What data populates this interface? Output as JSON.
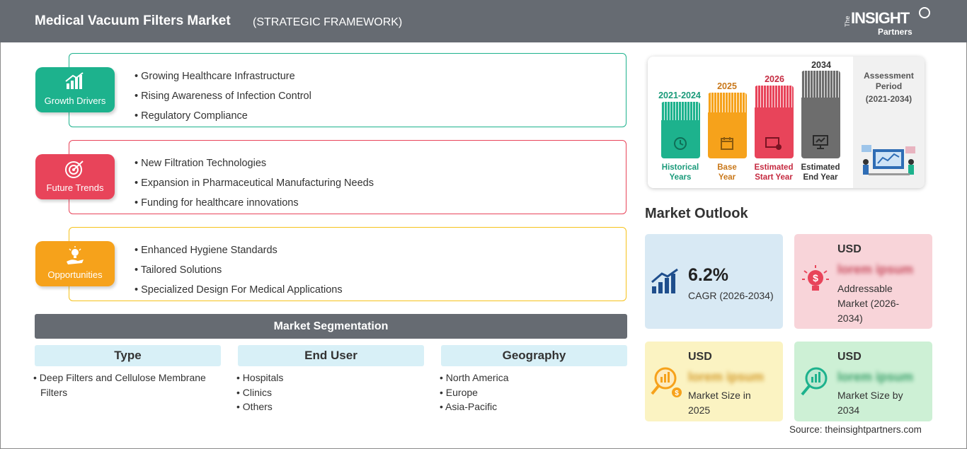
{
  "header": {
    "title": "Medical Vacuum Filters Market",
    "subtitle": "(STRATEGIC FRAMEWORK)",
    "logo": {
      "the": "The",
      "insight": "INSIGHT",
      "partners": "Partners"
    }
  },
  "framework": [
    {
      "label": "Growth Drivers",
      "icon": "growth-chart-icon",
      "color": "#1db28d",
      "items": [
        "Growing Healthcare Infrastructure",
        "Rising Awareness of Infection Control",
        "Regulatory Compliance"
      ]
    },
    {
      "label": "Future Trends",
      "icon": "target-icon",
      "color": "#e8445a",
      "items": [
        "New Filtration Technologies",
        "Expansion in Pharmaceutical Manufacturing Needs",
        "Funding for healthcare innovations"
      ]
    },
    {
      "label": "Opportunities",
      "icon": "lightbulb-hand-icon",
      "color": "#f6a21b",
      "items": [
        "Enhanced Hygiene Standards",
        "Tailored Solutions",
        "Specialized Design For Medical Applications"
      ]
    }
  ],
  "segmentation": {
    "title": "Market Segmentation",
    "columns": [
      {
        "heading": "Type",
        "items": [
          "Deep Filters and Cellulose Membrane Filters"
        ]
      },
      {
        "heading": "End User",
        "items": [
          "Hospitals",
          "Clinics",
          "Others"
        ]
      },
      {
        "heading": "Geography",
        "items": [
          "North America",
          "Europe",
          "Asia-Pacific"
        ]
      }
    ]
  },
  "timeline": {
    "bars": [
      {
        "year": "2021-2024",
        "label": [
          "Historical",
          "Years"
        ],
        "color": "#1db28d",
        "icon": "history-icon"
      },
      {
        "year": "2025",
        "label": [
          "Base",
          "Year"
        ],
        "color": "#f6a21b",
        "icon": "calendar-icon"
      },
      {
        "year": "2026",
        "label": [
          "Estimated",
          "Start Year"
        ],
        "color": "#e8445a",
        "icon": "analytics-icon"
      },
      {
        "year": "2034",
        "label": [
          "Estimated",
          "End Year"
        ],
        "color": "#6d6d6d",
        "icon": "presentation-icon"
      }
    ],
    "assessment": {
      "title": [
        "Assessment",
        "Period"
      ],
      "period": "(2021-2034)"
    }
  },
  "outlook": {
    "title": "Market Outlook",
    "cagr": {
      "value": "6.2%",
      "label": "CAGR (2026-2034)",
      "color": "#d8e9f4",
      "icon": "growth-bars-icon"
    },
    "cards": [
      {
        "usd": "USD",
        "value": "lorem ipsum",
        "desc": [
          "Addressable",
          "Market (2026-",
          "2034)"
        ],
        "color": "#f8d4d9",
        "accent": "#e8445a",
        "icon": "lightbulb-dollar-icon"
      },
      {
        "usd": "USD",
        "value": "lorem ipsum",
        "desc": [
          "Market Size in",
          "2025"
        ],
        "color": "#fbf3c2",
        "accent": "#f6a21b",
        "icon": "magnifier-dollar-icon"
      },
      {
        "usd": "USD",
        "value": "lorem ipsum",
        "desc": [
          "Market Size by",
          "2034"
        ],
        "color": "#cdf0d5",
        "accent": "#1db28d",
        "icon": "magnifier-chart-icon"
      }
    ]
  },
  "source": "Source: theinsightpartners.com"
}
